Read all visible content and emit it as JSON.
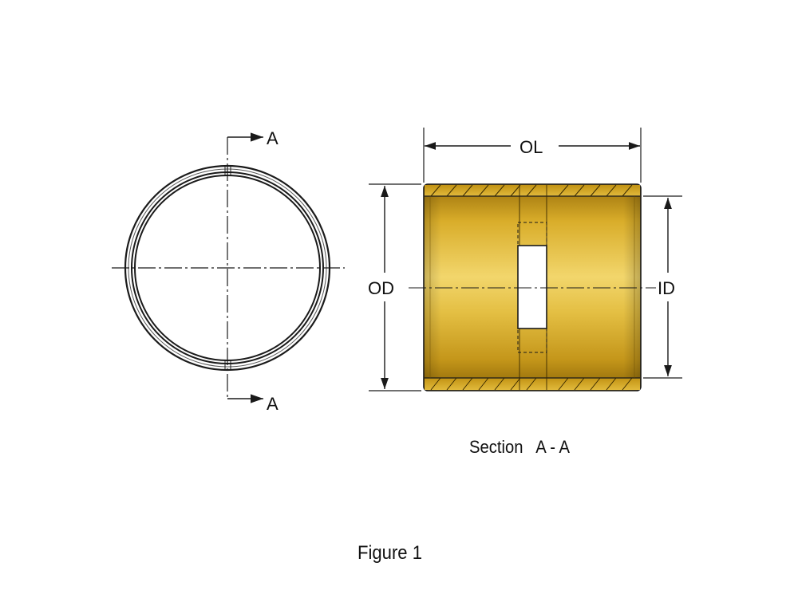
{
  "labels": {
    "section_mark_top": "A",
    "section_mark_bottom": "A",
    "overall_length": "OL",
    "outer_diameter": "OD",
    "inner_diameter": "ID",
    "section_caption": "Section   A - A",
    "figure_caption": "Figure 1"
  },
  "colors": {
    "line": "#1a1a1a",
    "brass_light": "#e9c64a",
    "brass_mid": "#c79a18",
    "brass_dark": "#8f6a08",
    "background": "#ffffff"
  }
}
